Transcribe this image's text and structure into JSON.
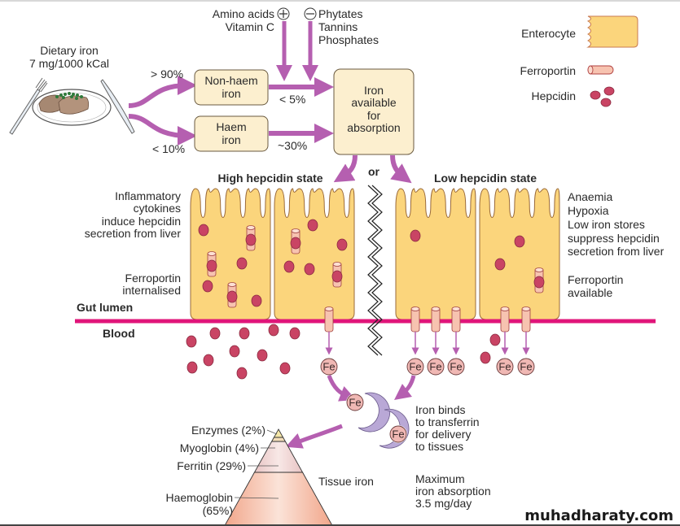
{
  "colors": {
    "enterocyte_fill": "#fbd57c",
    "enterocyte_stroke": "#9a6a3a",
    "box_fill": "#fcefcf",
    "arrow": "#b55fb0",
    "membrane": "#e0157a",
    "hepcidin": "#c94464",
    "ferroportin": "#f7c3b0",
    "fe_fill": "#f0b8b4",
    "transferrin": "#b9a8d6"
  },
  "dietary": {
    "line1": "Dietary iron",
    "line2": "7 mg/1000 kCal"
  },
  "modifiers": {
    "enhancers": [
      "Amino acids",
      "Vitamin C"
    ],
    "inhibitors": [
      "Phytates",
      "Tannins",
      "Phosphates"
    ],
    "plus_symbol": "+",
    "minus_symbol": "−"
  },
  "flows": {
    "non_haem_share": "> 90%",
    "haem_share": "< 10%",
    "non_haem_absorption": "< 5%",
    "haem_absorption": "~30%"
  },
  "boxes": {
    "non_haem": [
      "Non-haem",
      "iron"
    ],
    "haem": [
      "Haem",
      "iron"
    ],
    "available": [
      "Iron",
      "available",
      "for",
      "absorption"
    ]
  },
  "legend": {
    "enterocyte": "Enterocyte",
    "ferroportin": "Ferroportin",
    "hepcidin": "Hepcidin"
  },
  "states": {
    "high": "High hepcidin state",
    "low": "Low hepcidin state",
    "or": "or"
  },
  "left_notes": {
    "cytokines": [
      "Inflammatory",
      "cytokines",
      "induce hepcidin",
      "secretion from liver"
    ],
    "internalised": [
      "Ferroportin",
      "internalised"
    ]
  },
  "right_notes": {
    "conditions": [
      "Anaemia",
      "Hypoxia",
      "Low iron stores",
      "suppress hepcidin",
      "secretion from liver"
    ],
    "available": [
      "Ferroportin",
      "available"
    ]
  },
  "compartments": {
    "gut_lumen": "Gut lumen",
    "blood": "Blood"
  },
  "fe_label": "Fe",
  "transferrin_note": [
    "Iron binds",
    "to transferrin",
    "for delivery",
    "to tissues"
  ],
  "tissue_iron": {
    "label": "Tissue iron",
    "components": [
      {
        "name": "Enzymes (2%)",
        "percent": 2
      },
      {
        "name": "Myoglobin (4%)",
        "percent": 4
      },
      {
        "name": "Ferritin (29%)",
        "percent": 29
      },
      {
        "name": "Haemoglobin",
        "name2": "(65%)",
        "percent": 65
      }
    ]
  },
  "max_absorption": [
    "Maximum",
    "iron absorption",
    "3.5 mg/day"
  ],
  "watermark": "muhadharaty.com"
}
